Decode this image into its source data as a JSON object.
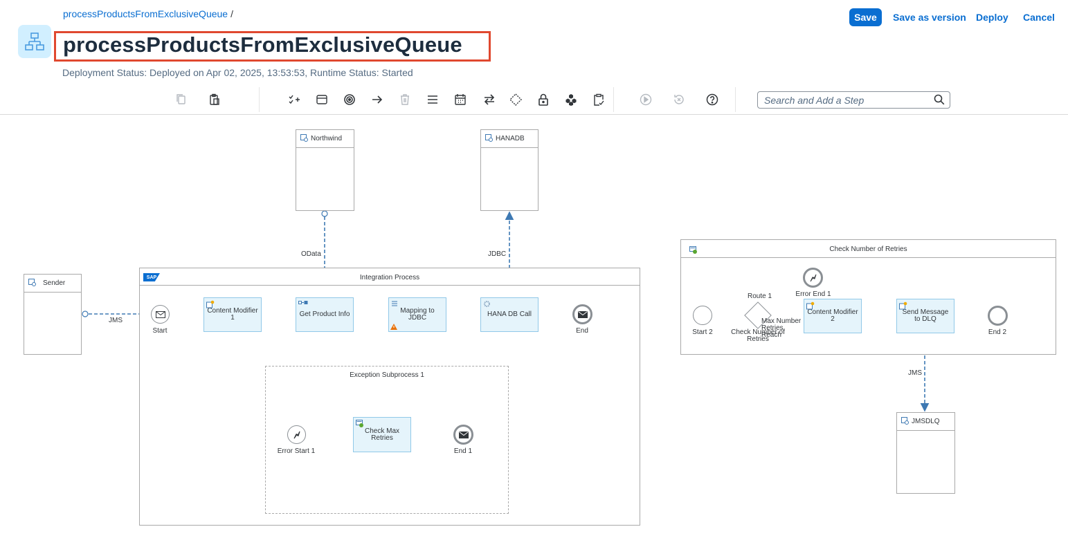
{
  "header": {
    "breadcrumb": "processProductsFromExclusiveQueue",
    "breadcrumb_sep": "/",
    "title": "processProductsFromExclusiveQueue",
    "status": "Deployment Status: Deployed on Apr 02, 2025, 13:53:53, Runtime Status: Started",
    "buttons": {
      "save": "Save",
      "save_as_version": "Save as version",
      "deploy": "Deploy",
      "cancel": "Cancel"
    }
  },
  "toolbar": {
    "icons": [
      "copy-icon",
      "paste-icon",
      "check-add-icon",
      "container-icon",
      "target-icon",
      "arrow-icon",
      "delete-icon",
      "menu-icon",
      "calendar-icon",
      "swap-icon",
      "diamond-icon",
      "lock-icon",
      "cubes-icon",
      "clipboard-check-icon",
      "play-icon",
      "undo-icon",
      "help-icon"
    ],
    "search_placeholder": "Search and Add a Step"
  },
  "diagram": {
    "participants": {
      "sender": "Sender",
      "northwind": "Northwind",
      "hanadb": "HANADB",
      "jmsdlq": "JMSDLQ"
    },
    "channels": {
      "jms_in": "JMS",
      "odata": "OData",
      "jdbc": "JDBC",
      "jms_out": "JMS"
    },
    "integration_process": {
      "title": "Integration Process",
      "start": "Start",
      "content_modifier_1": "Content Modifier 1",
      "get_product_info": "Get Product Info",
      "mapping_to_jdbc": "Mapping to JDBC",
      "hana_db_call": "HANA DB Call",
      "end": "End"
    },
    "exception_subprocess": {
      "title": "Exception Subprocess 1",
      "error_start": "Error Start 1",
      "check_max_retries": "Check Max Retries",
      "end": "End 1"
    },
    "retry_process": {
      "title": "Check Number of Retries",
      "start": "Start 2",
      "gateway": "Check Number of Retries",
      "route_1": "Route 1",
      "error_end": "Error End 1",
      "route_2": "Max Number Retries Reach",
      "content_modifier_2": "Content Modifier 2",
      "send_message": "Send Message to DLQ",
      "end": "End 2"
    }
  },
  "colors": {
    "accent": "#0a6ed1",
    "highlight": "#e0482f",
    "flow": "#3e79b3",
    "task_fill": "#e5f4fb",
    "warning": "#e9730c"
  }
}
